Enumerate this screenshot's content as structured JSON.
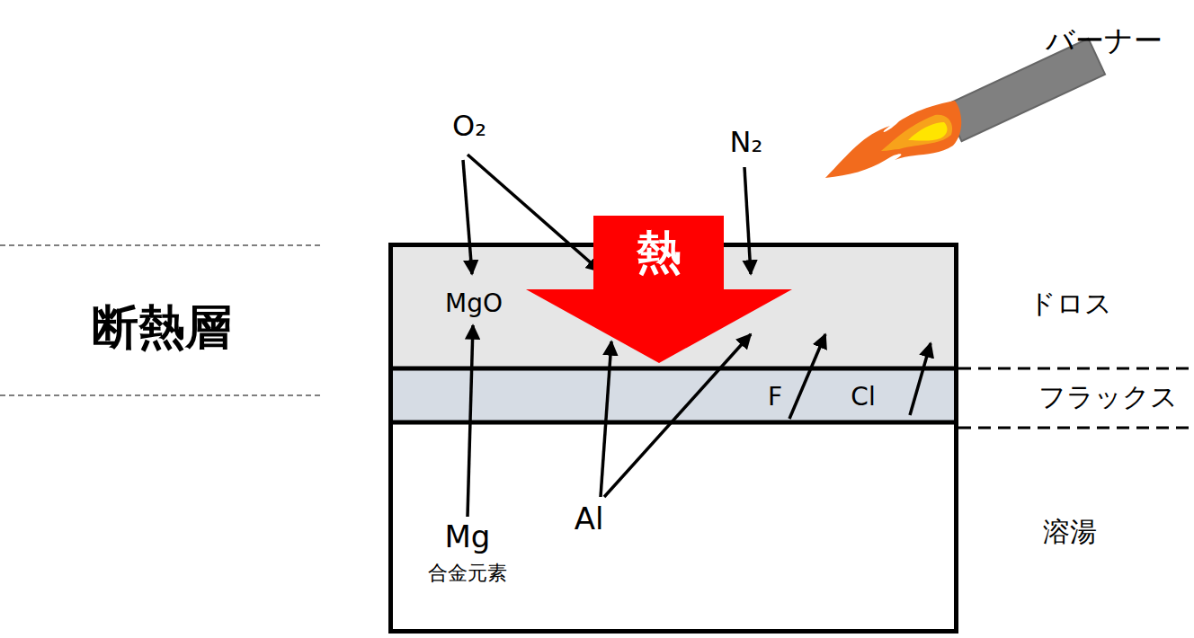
{
  "diagram": {
    "nodes": [
      {
        "text": [
          "ドロス"
        ]
      },
      {
        "text": [
          "フラックス"
        ]
      },
      {
        "text": [
          "溶湯"
        ]
      },
      {
        "text": [
          "熱"
        ]
      }
    ],
    "labels": [
      "バーナー",
      "O₂",
      "N₂",
      "MgO",
      "F",
      "Cl",
      "Mg",
      "合金元素",
      "Al",
      "断熱層"
    ]
  }
}
